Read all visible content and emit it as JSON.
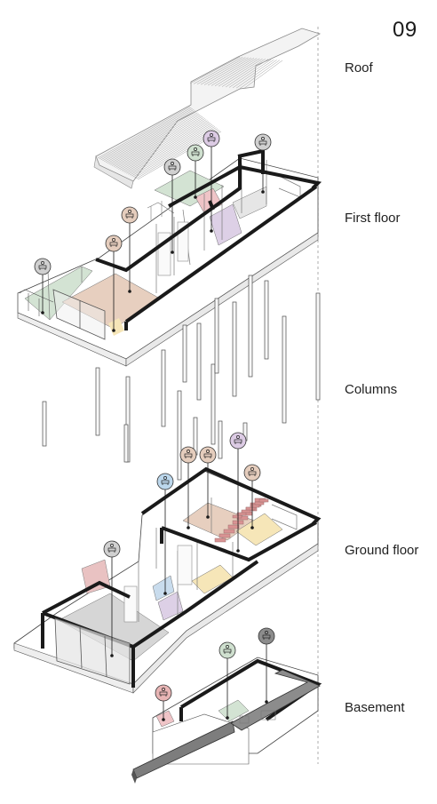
{
  "page_number": "09",
  "levels": [
    {
      "id": "roof",
      "label": "Roof"
    },
    {
      "id": "first-floor",
      "label": "First floor"
    },
    {
      "id": "columns",
      "label": "Columns"
    },
    {
      "id": "ground-floor",
      "label": "Ground floor"
    },
    {
      "id": "basement",
      "label": "Basement"
    }
  ],
  "colors": {
    "wall": "#1a1a1a",
    "thin_line": "#6e6e6e",
    "slab_fill": "#ffffff",
    "roof_fill": "#f4f4f4",
    "green_zone": "#d3e3d3",
    "tan_zone": "#e7cfbf",
    "pink_zone": "#efc4c7",
    "lavender_zone": "#ddd0e6",
    "yellow_zone": "#f6e6b8",
    "blue_zone": "#c9dced",
    "grey_zone": "#d6d6d6",
    "stair_red": "#d99393",
    "column_fill": "#f7f7f7",
    "icon_tan": "#e5cdbd",
    "icon_green": "#cfe0cf",
    "icon_purple": "#dccbe4",
    "icon_blue": "#bcd7ec",
    "icon_grey": "#d0d0d0",
    "icon_dark_grey": "#8c8c8c",
    "icon_pink": "#e8b5b5"
  },
  "markers": [
    {
      "id": "roof-terrace",
      "icon": "lounge-icon",
      "tone": "icon_grey"
    },
    {
      "id": "living-room",
      "icon": "sofa-icon",
      "tone": "icon_tan"
    },
    {
      "id": "study",
      "icon": "desk-chair-icon",
      "tone": "icon_tan"
    },
    {
      "id": "terrace-east",
      "icon": "table-chairs-icon",
      "tone": "icon_grey"
    },
    {
      "id": "bath-first",
      "icon": "bathtub-icon",
      "tone": "icon_green"
    },
    {
      "id": "shower",
      "icon": "shower-icon",
      "tone": "icon_purple"
    },
    {
      "id": "bedroom",
      "icon": "bed-icon",
      "tone": "icon_grey"
    },
    {
      "id": "kitchen-ground",
      "icon": "cooking-icon",
      "tone": "icon_tan"
    },
    {
      "id": "bath-ground",
      "icon": "bathtub-icon",
      "tone": "icon_tan"
    },
    {
      "id": "shower-ground",
      "icon": "shower-icon",
      "tone": "icon_purple"
    },
    {
      "id": "dining",
      "icon": "desk-chair-icon",
      "tone": "icon_tan"
    },
    {
      "id": "laundry",
      "icon": "washbasin-icon",
      "tone": "icon_blue"
    },
    {
      "id": "garden",
      "icon": "flag-icon",
      "tone": "icon_grey"
    },
    {
      "id": "cellar-entry",
      "icon": "sink-icon",
      "tone": "icon_pink"
    },
    {
      "id": "storage",
      "icon": "shelf-icon",
      "tone": "icon_green"
    },
    {
      "id": "pool",
      "icon": "swimming-icon",
      "tone": "icon_dark_grey"
    }
  ]
}
